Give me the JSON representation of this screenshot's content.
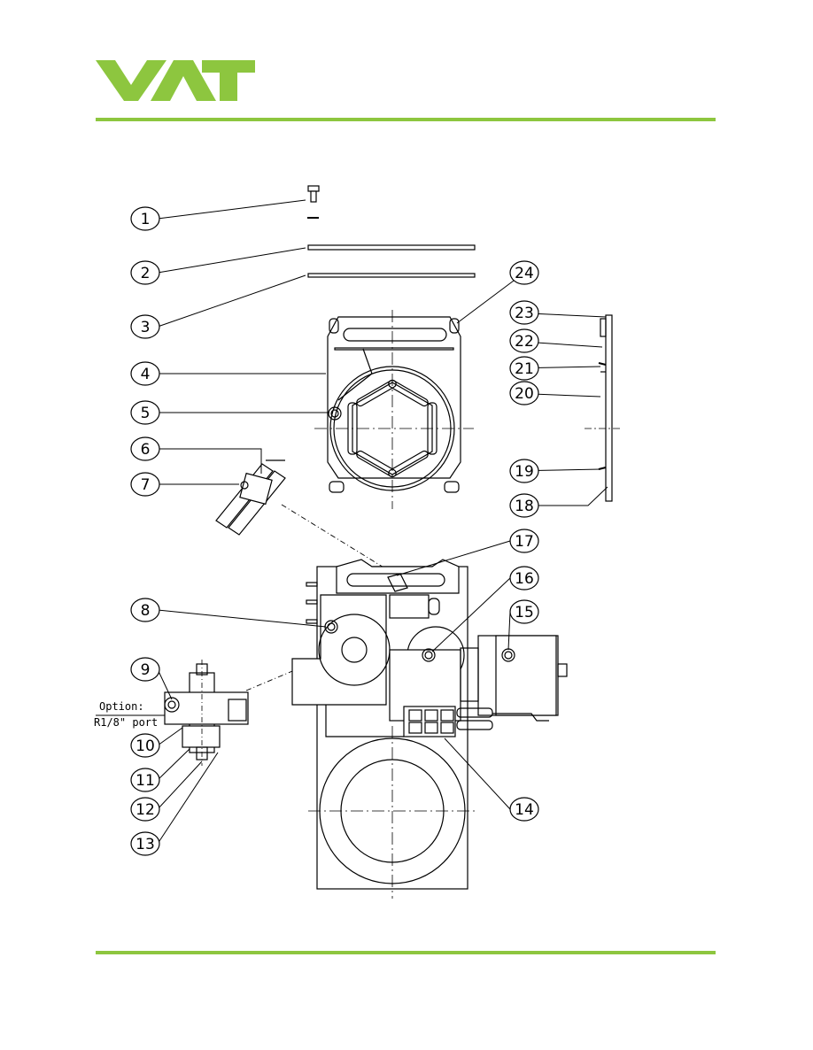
{
  "brand": {
    "logo_text": "VAT",
    "accent_color": "#8dc63f"
  },
  "callouts": [
    "1",
    "2",
    "3",
    "4",
    "5",
    "6",
    "7",
    "8",
    "9",
    "10",
    "11",
    "12",
    "13",
    "14",
    "15",
    "16",
    "17",
    "18",
    "19",
    "20",
    "21",
    "22",
    "23",
    "24"
  ],
  "notes": {
    "option_line1": "Option:",
    "option_line2": "R1/8\" port"
  }
}
